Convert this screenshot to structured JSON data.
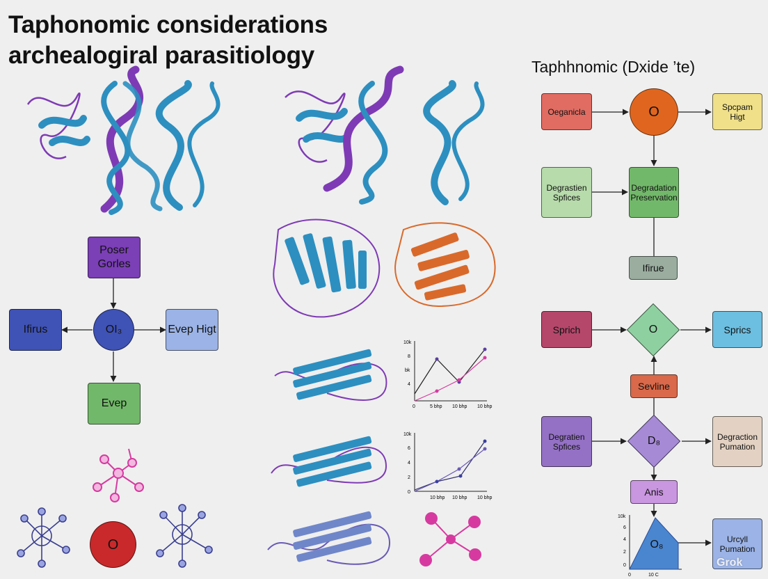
{
  "title": {
    "line1": "Taphonomic considerations",
    "line2": "archealogiral parasitiology"
  },
  "right_title": "Taphhnomic (Dxide ’te)",
  "left_flow": {
    "top": "Poser Gorles",
    "left": "Ifirus",
    "center": "OI₃",
    "right": "Evep Higt",
    "bottom": "Evep"
  },
  "bottom_circle_label": "O",
  "right_flow": {
    "r1_left": "Oeganicla",
    "r1_center": "O",
    "r1_right": "Spcpam Higt",
    "r2_left": "Degrastien Spfices",
    "r2_center": "Degradation Preservation",
    "r3_center": "Ifirue",
    "r4_left": "Sprich",
    "r4_center": "O",
    "r4_right": "Sprics",
    "r5_center": "Sevline",
    "r6_left": "Degratien Spfices",
    "r6_center": "D₈",
    "r6_right": "Degraction Pumation",
    "r7_center": "Anis",
    "r8_center": "O₈",
    "r8_right": "Urcyll Pumation"
  },
  "mini_chart_1": {
    "y_ticks": [
      "10k",
      "8",
      "bk",
      "4"
    ],
    "x_ticks": [
      "0",
      "5 bhp",
      "10 bhp",
      "10 bhp"
    ]
  },
  "mini_chart_2": {
    "y_ticks": [
      "10k",
      "6",
      "4",
      "2",
      "0"
    ],
    "x_ticks": [
      "10 bhp",
      "10 bhp",
      "10 bhp"
    ]
  },
  "mini_chart_3": {
    "y_ticks": [
      "10k",
      "6",
      "4",
      "2",
      "0"
    ],
    "x_ticks": [
      "0",
      "10 C"
    ]
  },
  "watermark": "Grok",
  "colors": {
    "purple_strand": "#7e3ab5",
    "blue_strand": "#2c8fc0",
    "rung": "#c8d24a",
    "orange_protein": "#d9692a",
    "magenta": "#d63aa0"
  }
}
